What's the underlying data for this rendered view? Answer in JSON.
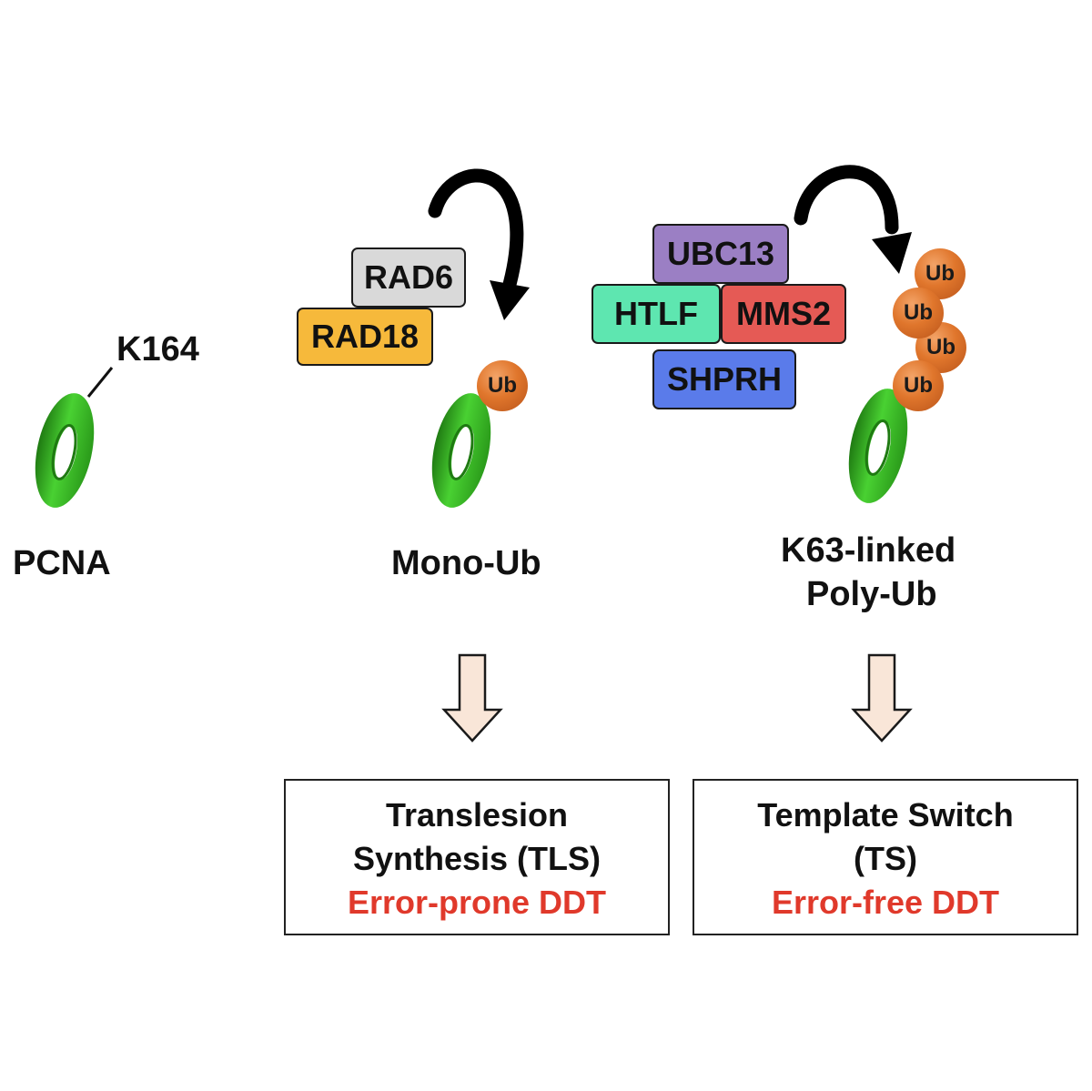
{
  "colors": {
    "ring_green": "#3fbf2a",
    "ring_dark": "#1f7a12",
    "ub_orange": "#e0762c",
    "rad6": "#d9d9d9",
    "rad18": "#f6b93b",
    "ubc13": "#9b7fc4",
    "htlf": "#5ee6b0",
    "mms2": "#e55a55",
    "shprh": "#5a7bea",
    "down_arrow_fill": "#f9e6d8",
    "red_text": "#e0392b"
  },
  "pcna": {
    "site_label": "K164",
    "name": "PCNA"
  },
  "mono": {
    "enzymes": [
      "RAD6",
      "RAD18"
    ],
    "ub_label": "Ub",
    "name": "Mono-Ub"
  },
  "poly": {
    "enzymes": [
      "UBC13",
      "HTLF",
      "MMS2",
      "SHPRH"
    ],
    "ub_labels": [
      "Ub",
      "Ub",
      "Ub",
      "Ub"
    ],
    "name_line1": "K63-linked",
    "name_line2": "Poly-Ub"
  },
  "outcomes": {
    "tls": {
      "line1": "Translesion",
      "line2": "Synthesis (TLS)",
      "line3": "Error-prone DDT"
    },
    "ts": {
      "line1": "Template Switch",
      "line2": "(TS)",
      "line3": "Error-free DDT"
    }
  }
}
